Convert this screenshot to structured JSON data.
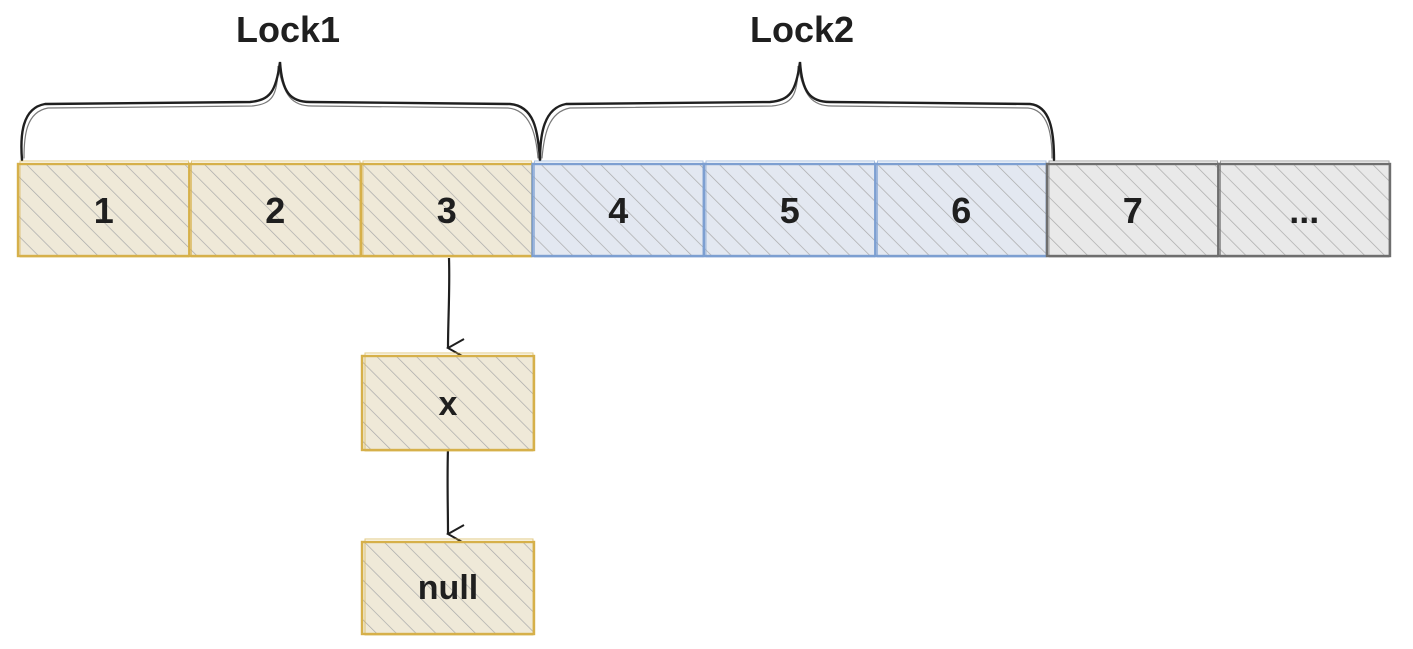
{
  "locks": [
    {
      "label": "Lock1",
      "color": "#d6b04a"
    },
    {
      "label": "Lock2",
      "color": "#7d9fd1"
    }
  ],
  "cells": [
    {
      "label": "1",
      "group": "lock1"
    },
    {
      "label": "2",
      "group": "lock1"
    },
    {
      "label": "3",
      "group": "lock1"
    },
    {
      "label": "4",
      "group": "lock2"
    },
    {
      "label": "5",
      "group": "lock2"
    },
    {
      "label": "6",
      "group": "lock2"
    },
    {
      "label": "7",
      "group": "none"
    },
    {
      "label": "...",
      "group": "none"
    }
  ],
  "chain": [
    {
      "label": "x"
    },
    {
      "label": "null"
    }
  ],
  "colors": {
    "lock1_fill": "#efe9d8",
    "lock2_fill": "#e3e8f1",
    "plain_fill": "#e9e9e9",
    "plain_border": "#6e6e6e",
    "hatch": "#a9a9a9",
    "brace": "#1f1f1f"
  }
}
